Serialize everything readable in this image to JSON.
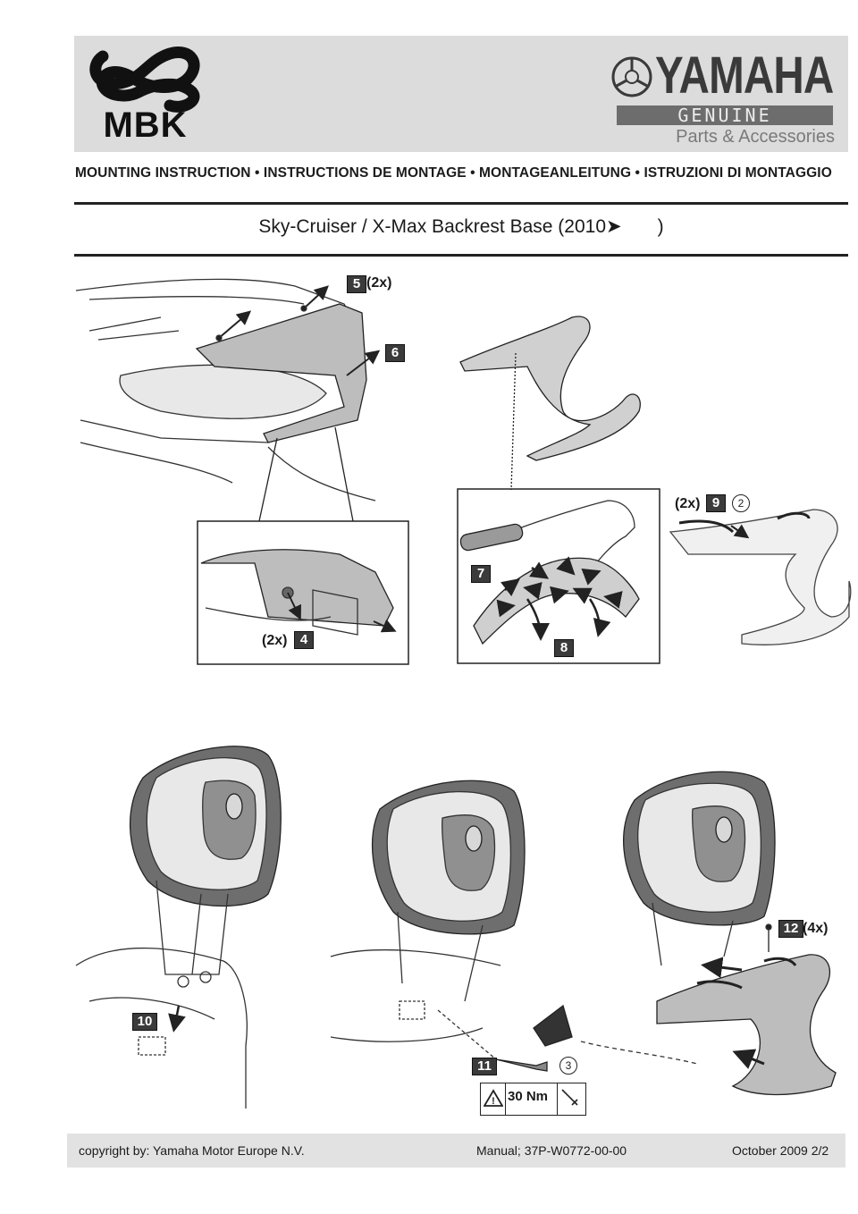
{
  "header": {
    "brand_left": "MBK",
    "brand_right": "YAMAHA",
    "genuine": "GENUINE",
    "parts_accessories": "Parts & Accessories",
    "instruction_line": "MOUNTING INSTRUCTION • INSTRUCTIONS DE MONTAGE • MONTAGEANLEITUNG • ISTRUZIONI DI MONTAGGIO",
    "title": "Sky-Cruiser / X-Max Backrest Base (2010",
    "title_close": ")"
  },
  "steps": {
    "s4": "4",
    "s4_qty": "(2x)",
    "s5": "5",
    "s5_qty": "(2x)",
    "s6": "6",
    "s7": "7",
    "s8": "8",
    "s9": "9",
    "s9_qty": "(2x)",
    "s9_part": "2",
    "s10": "10",
    "s11": "11",
    "s11_part": "3",
    "s12": "12",
    "s12_qty": "(4x)"
  },
  "torque": {
    "value": "30 Nm"
  },
  "footer": {
    "copyright": "copyright by: Yamaha Motor Europe N.V.",
    "manual": "Manual; 37P-W0772-00-00",
    "date": "October 2009 2/2"
  },
  "colors": {
    "band": "#dcdcdc",
    "label_box": "#3b3b3b",
    "rule": "#222222"
  }
}
